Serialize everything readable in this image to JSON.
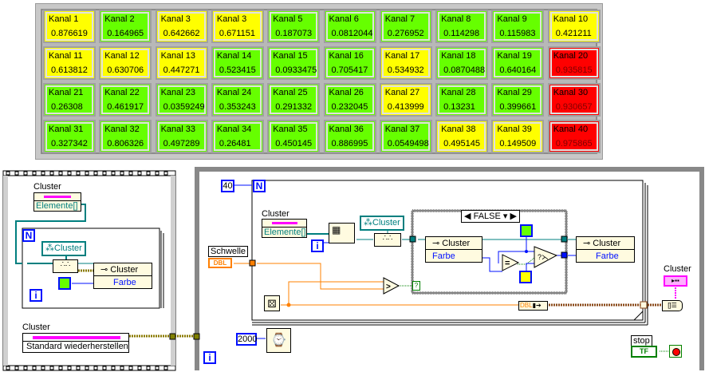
{
  "front_panel": {
    "colors": {
      "green": "#66ff00",
      "yellow": "#ffff00",
      "red": "#ff0000"
    },
    "channels": [
      {
        "label": "Kanal 1",
        "value": "0.876619",
        "color": "yellow"
      },
      {
        "label": "Kanal 2",
        "value": "0.164965",
        "color": "green"
      },
      {
        "label": "Kanal 3",
        "value": "0.642662",
        "color": "yellow"
      },
      {
        "label": "Kanal 3",
        "value": "0.671151",
        "color": "yellow"
      },
      {
        "label": "Kanal 5",
        "value": "0.187073",
        "color": "green"
      },
      {
        "label": "Kanal 6",
        "value": "0.0812044",
        "color": "green"
      },
      {
        "label": "Kanal 7",
        "value": "0.276952",
        "color": "green"
      },
      {
        "label": "Kanal 8",
        "value": "0.114298",
        "color": "green"
      },
      {
        "label": "Kanal 9",
        "value": "0.115983",
        "color": "green"
      },
      {
        "label": "Kanal 10",
        "value": "0.421211",
        "color": "yellow"
      },
      {
        "label": "Kanal 11",
        "value": "0.613812",
        "color": "yellow"
      },
      {
        "label": "Kanal 12",
        "value": "0.630706",
        "color": "yellow"
      },
      {
        "label": "Kanal 13",
        "value": "0.447271",
        "color": "yellow"
      },
      {
        "label": "Kanal 14",
        "value": "0.523415",
        "color": "green"
      },
      {
        "label": "Kanal 15",
        "value": "0.0933475",
        "color": "green"
      },
      {
        "label": "Kanal 16",
        "value": "0.705417",
        "color": "green"
      },
      {
        "label": "Kanal 17",
        "value": "0.534932",
        "color": "yellow"
      },
      {
        "label": "Kanal 18",
        "value": "0.0870488",
        "color": "green"
      },
      {
        "label": "Kanal 19",
        "value": "0.640164",
        "color": "green"
      },
      {
        "label": "Kanal 20",
        "value": "0.935815",
        "color": "red"
      },
      {
        "label": "Kanal 21",
        "value": "0.26308",
        "color": "green"
      },
      {
        "label": "Kanal 22",
        "value": "0.461917",
        "color": "green"
      },
      {
        "label": "Kanal 23",
        "value": "0.0359249",
        "color": "green"
      },
      {
        "label": "Kanal 24",
        "value": "0.353243",
        "color": "green"
      },
      {
        "label": "Kanal 25",
        "value": "0.291332",
        "color": "green"
      },
      {
        "label": "Kanal 26",
        "value": "0.232045",
        "color": "green"
      },
      {
        "label": "Kanal 27",
        "value": "0.413999",
        "color": "yellow"
      },
      {
        "label": "Kanal 28",
        "value": "0.13231",
        "color": "green"
      },
      {
        "label": "Kanal 29",
        "value": "0.399661",
        "color": "green"
      },
      {
        "label": "Kanal 30",
        "value": "0.930657",
        "color": "red"
      },
      {
        "label": "Kanal 31",
        "value": "0.327342",
        "color": "green"
      },
      {
        "label": "Kanal 32",
        "value": "0.806326",
        "color": "green"
      },
      {
        "label": "Kanal 33",
        "value": "0.497289",
        "color": "green"
      },
      {
        "label": "Kanal 34",
        "value": "0.26481",
        "color": "green"
      },
      {
        "label": "Kanal 35",
        "value": "0.450145",
        "color": "green"
      },
      {
        "label": "Kanal 36",
        "value": "0.886995",
        "color": "green"
      },
      {
        "label": "Kanal 37",
        "value": "0.0549498",
        "color": "green"
      },
      {
        "label": "Kanal 38",
        "value": "0.495145",
        "color": "yellow"
      },
      {
        "label": "Kanal 39",
        "value": "0.149509",
        "color": "yellow"
      },
      {
        "label": "Kanal 40",
        "value": "0.975865",
        "color": "red"
      }
    ]
  },
  "diagram": {
    "left_frame": {
      "property_node_label": "Cluster",
      "property_node_prop": "Elemente[]",
      "loop_count_terminal": "N",
      "iteration_terminal": "i",
      "ref_constant": "Cluster",
      "bundle_label": "Cluster",
      "bundle_field": "Farbe",
      "invoke_label": "Cluster",
      "invoke_method": "Standard wiederherstellen"
    },
    "main_loop": {
      "loop_count_constant": "40",
      "loop_count_terminal": "N",
      "iteration_terminal": "i",
      "property_node_label": "Cluster",
      "property_node_prop": "Elemente[]",
      "ref_constant": "Cluster",
      "threshold_label": "Schwelle",
      "threshold_type": "DBL",
      "case_selector": "FALSE",
      "case_bundle_label": "Cluster",
      "case_bundle_field": "Farbe",
      "out_bundle_label": "Cluster",
      "out_bundle_field": "Farbe",
      "conversion_type": "DBL",
      "indicator_label": "Cluster",
      "wait_constant": "2000",
      "while_iteration": "i",
      "stop_label": "stop",
      "stop_type": "TF"
    }
  }
}
